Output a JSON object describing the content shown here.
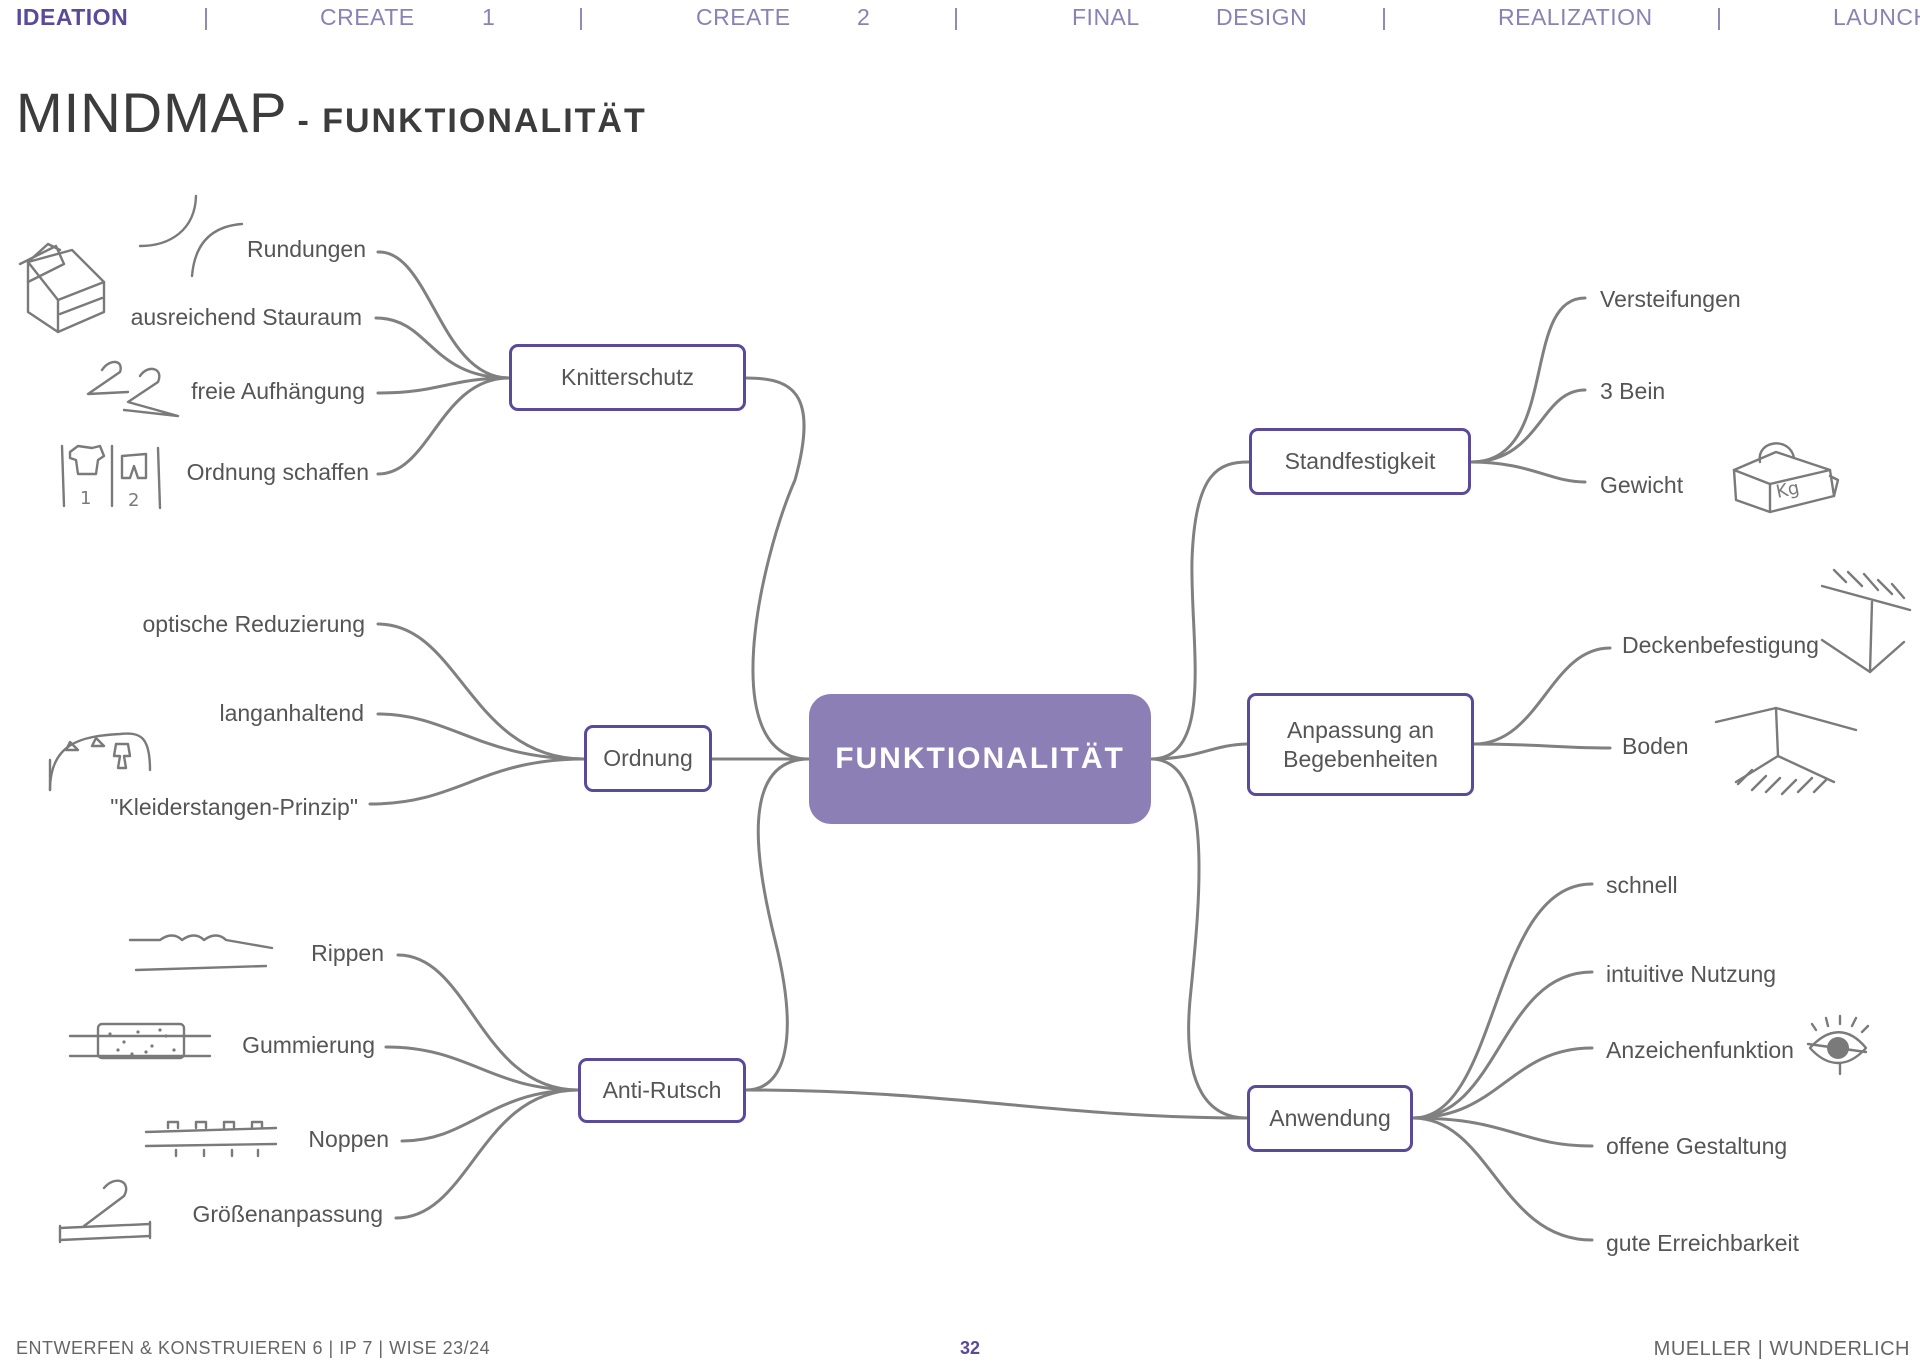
{
  "nav": {
    "items": [
      "IDEATION",
      "CREATE",
      "1",
      "CREATE",
      "2",
      "FINAL",
      "DESIGN",
      "REALIZATION",
      "LAUNCH"
    ],
    "separator": "|",
    "active": "IDEATION"
  },
  "title": {
    "main": "MINDMAP",
    "sub": "- FUNKTIONALITÄT"
  },
  "center": "FUNKTIONALITÄT",
  "branches": {
    "knitterschutz": {
      "label": "Knitterschutz",
      "leaves": [
        "Rundungen",
        "ausreichend Stauraum",
        "freie Aufhängung",
        "Ordnung schaffen"
      ]
    },
    "ordnung": {
      "label": "Ordnung",
      "leaves": [
        "optische Reduzierung",
        "langanhaltend",
        "\"Kleiderstangen-Prinzip\""
      ]
    },
    "anti_rutsch": {
      "label": "Anti-Rutsch",
      "leaves": [
        "Rippen",
        "Gummierung",
        "Noppen",
        "Größenanpassung"
      ]
    },
    "standfestigkeit": {
      "label": "Standfestigkeit",
      "leaves": [
        "Versteifungen",
        "3 Bein",
        "Gewicht"
      ]
    },
    "anpassung": {
      "label_line1": "Anpassung an",
      "label_line2": "Begebenheiten",
      "leaves": [
        "Deckenbefestigung",
        "Boden"
      ]
    },
    "anwendung": {
      "label": "Anwendung",
      "leaves": [
        "schnell",
        "intuitive Nutzung",
        "Anzeichenfunktion",
        "offene Gestaltung",
        "gute Erreichbarkeit"
      ]
    }
  },
  "sketch_text": {
    "order_left": "1",
    "order_right": "2",
    "weight": "Kg"
  },
  "footer": {
    "left": "ENTWERFEN & KONSTRUIEREN 6 | IP 7 | WISE 23/24",
    "page": "32",
    "right": "MUELLER | WUNDERLICH"
  },
  "colors": {
    "accent": "#5b4a99",
    "nav": "#8a82b4",
    "center_fill": "#8b7fb5",
    "line": "#808080",
    "text": "#555555"
  }
}
